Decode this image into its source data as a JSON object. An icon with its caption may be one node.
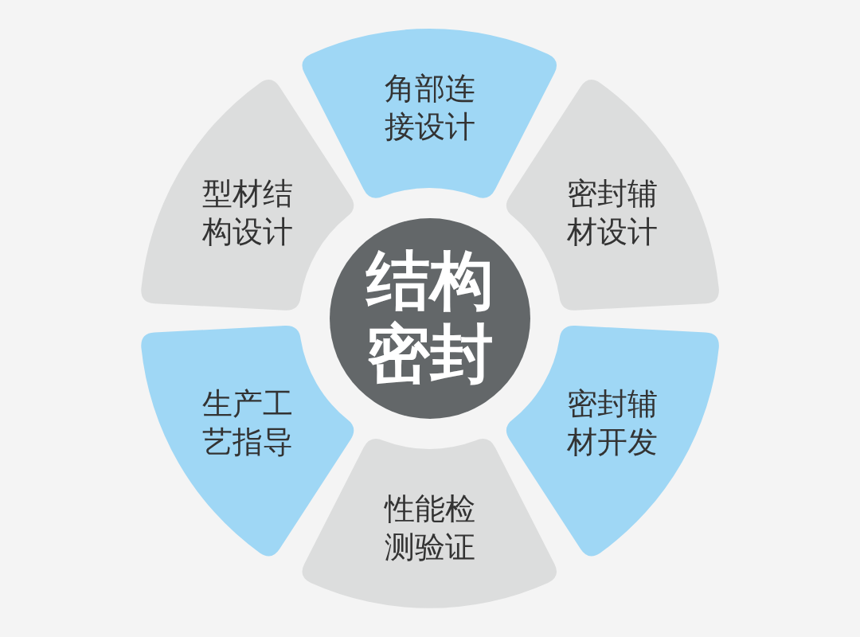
{
  "diagram": {
    "nodes": [
      {
        "text": [
          "结构密封"
        ]
      },
      {
        "text": [
          "角部连接设计"
        ]
      },
      {
        "text": [
          "密封辅材设计"
        ]
      },
      {
        "text": [
          "密封辅材开发"
        ]
      },
      {
        "text": [
          "性能检测验证"
        ]
      },
      {
        "text": [
          "生产工艺指导"
        ]
      },
      {
        "text": [
          "型材结构设计"
        ]
      }
    ]
  }
}
